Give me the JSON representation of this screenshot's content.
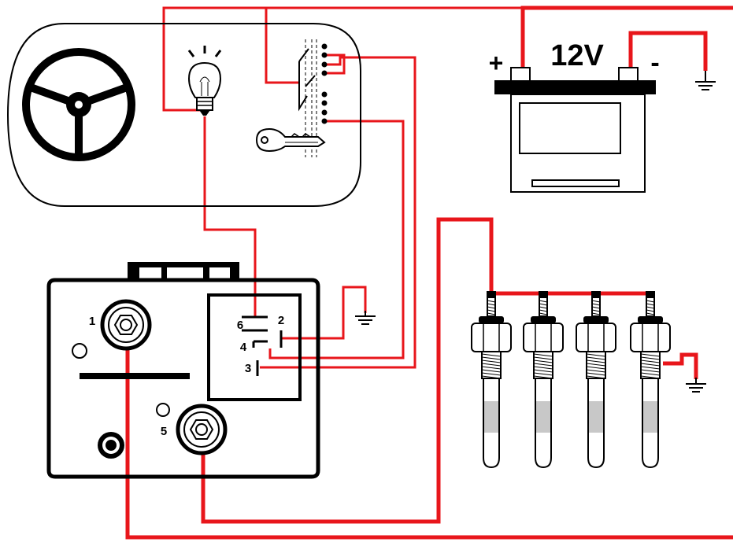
{
  "battery": {
    "voltage_label": "12V",
    "plus_label": "+",
    "minus_label": "-"
  },
  "relay": {
    "terminal_6": "6",
    "terminal_2": "2",
    "terminal_4": "4",
    "terminal_3": "3"
  },
  "controller": {
    "terminal_1": "1",
    "terminal_5": "5"
  },
  "colors": {
    "wire": "#e8161b",
    "outline": "#000000",
    "background": "#ffffff"
  }
}
